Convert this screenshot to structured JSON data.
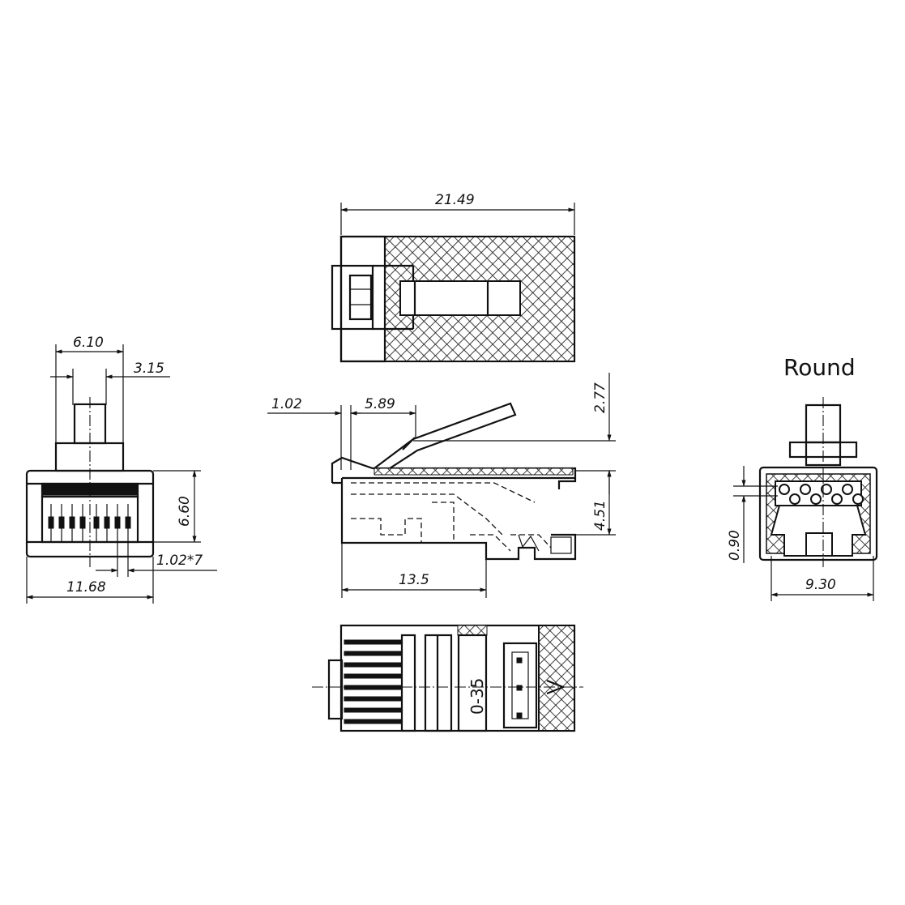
{
  "diagram": {
    "round_label": "Round",
    "front_view": {
      "dim_top_width": "6.10",
      "dim_tab_width": "3.15",
      "dim_height": "6.60",
      "dim_pitch": "1.02*7",
      "dim_total_width": "11.68"
    },
    "top_view": {
      "dim_length": "21.49"
    },
    "side_view": {
      "dim_front_offset": "1.02",
      "dim_contact_pos": "5.89",
      "dim_latch_height": "2.77",
      "dim_body_height": "4.51",
      "dim_body_length": "13.5"
    },
    "round_view": {
      "dim_wire_hole": "0.90",
      "dim_width": "9.30"
    },
    "bottom_view": {
      "label": "0-35"
    }
  }
}
